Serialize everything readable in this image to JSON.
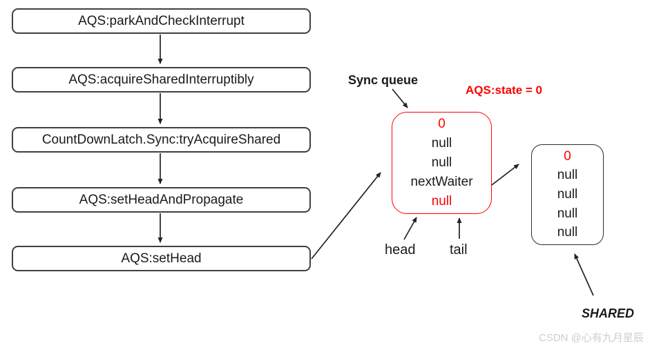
{
  "flowchart": {
    "boxes": [
      {
        "label": "AQS:parkAndCheckInterrupt"
      },
      {
        "label": "AQS:acquireSharedInterruptibly"
      },
      {
        "label": "CountDownLatch.Sync:tryAcquireShared"
      },
      {
        "label": "AQS:setHeadAndPropagate"
      },
      {
        "label": "AQS:setHead"
      }
    ]
  },
  "sync_queue": {
    "title": "Sync queue",
    "state_label": "AQS:state = 0",
    "head_node": {
      "fields": [
        {
          "value": "0",
          "color": "red"
        },
        {
          "value": "null",
          "color": "black"
        },
        {
          "value": "null",
          "color": "black"
        },
        {
          "value": "nextWaiter",
          "color": "black"
        },
        {
          "value": "null",
          "color": "red"
        }
      ]
    },
    "shared_node": {
      "fields": [
        {
          "value": "0",
          "color": "red"
        },
        {
          "value": "null",
          "color": "black"
        },
        {
          "value": "null",
          "color": "black"
        },
        {
          "value": "null",
          "color": "black"
        },
        {
          "value": "null",
          "color": "black"
        }
      ]
    },
    "head_label": "head",
    "tail_label": "tail",
    "shared_label": "SHARED"
  },
  "watermark": "CSDN @心有九月星辰",
  "colors": {
    "accent_red": "#fe0000",
    "box_border": "#3f3f3f",
    "watermark_gray": "#cdcdcd"
  }
}
